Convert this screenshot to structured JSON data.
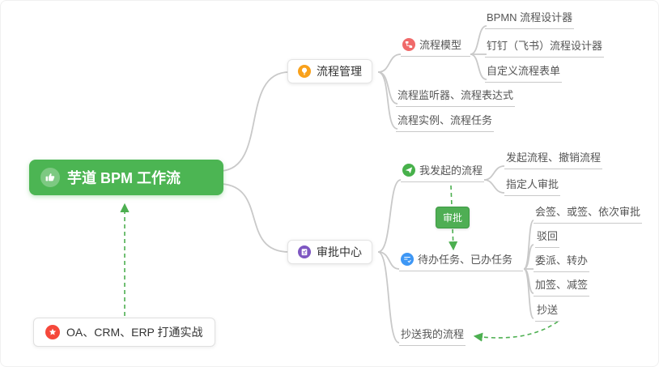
{
  "root": {
    "label": "芋道 BPM 工作流"
  },
  "note": {
    "label": "OA、CRM、ERP 打通实战"
  },
  "branches": {
    "process": {
      "label": "流程管理"
    },
    "approval": {
      "label": "审批中心"
    }
  },
  "process": {
    "model": {
      "label": "流程模型"
    },
    "bpmn": {
      "label": "BPMN 流程设计器"
    },
    "dingtalk": {
      "label": "钉钉（飞书）流程设计器"
    },
    "custom_form": {
      "label": "自定义流程表单"
    },
    "listener": {
      "label": "流程监听器、流程表达式"
    },
    "instance": {
      "label": "流程实例、流程任务"
    }
  },
  "approval": {
    "my_initiated": {
      "label": "我发起的流程"
    },
    "initiate_cancel": {
      "label": "发起流程、撤销流程"
    },
    "assignee": {
      "label": "指定人审批"
    },
    "approve_tag": {
      "label": "审批"
    },
    "todo_done": {
      "label": "待办任务、已办任务"
    },
    "countersign": {
      "label": "会签、或签、依次审批"
    },
    "reject": {
      "label": "驳回"
    },
    "delegate": {
      "label": "委派、转办"
    },
    "add_sign": {
      "label": "加签、减签"
    },
    "cc": {
      "label": "抄送"
    },
    "cc_my_flow": {
      "label": "抄送我的流程"
    }
  },
  "icons": {
    "root": "thumbs-up-icon",
    "note": "star-icon",
    "process_branch": "lightbulb-icon",
    "approval_branch": "clipboard-check-icon",
    "model": "flow-model-icon",
    "my_initiated": "paper-plane-icon",
    "todo_done": "checklist-icon"
  },
  "colors": {
    "root_bg": "#4CB553",
    "arrow_green": "#4CAF50",
    "connector_gray": "#C9C9C9",
    "orange_badge": "#F9A11B",
    "purple_badge": "#7E57C2",
    "red_badge": "#F06A6A",
    "green_badge": "#47B14B",
    "blue_badge": "#3E97F5",
    "star_red": "#F5483B",
    "tag_bg": "#4FAE54"
  }
}
